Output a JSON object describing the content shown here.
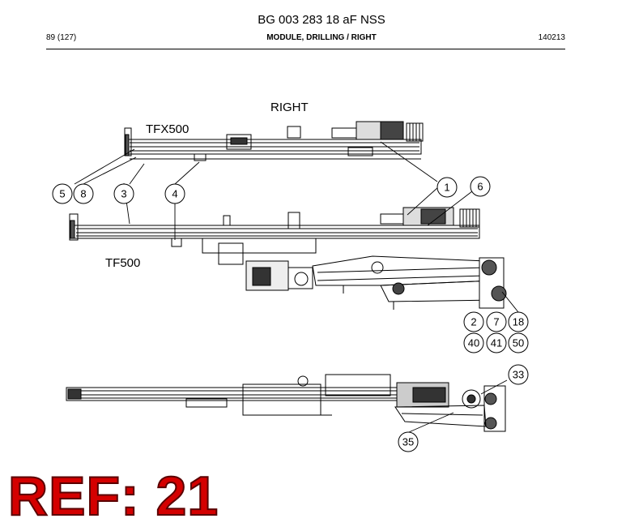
{
  "header": {
    "document_id": "BG 003 283 18 aF NSS",
    "page": "89 (127)",
    "section": "MODULE, DRILLING / RIGHT",
    "code": "140213"
  },
  "drawing": {
    "view_title": "RIGHT",
    "labels": {
      "tfx500": "TFX500",
      "tf500": "TF500"
    },
    "callouts": [
      "1",
      "6",
      "5",
      "8",
      "3",
      "4",
      "2",
      "7",
      "18",
      "40",
      "41",
      "50",
      "33",
      "35"
    ]
  },
  "reference": "REF: 21",
  "colors": {
    "reference_text": "#d40000",
    "line": "#000000"
  }
}
